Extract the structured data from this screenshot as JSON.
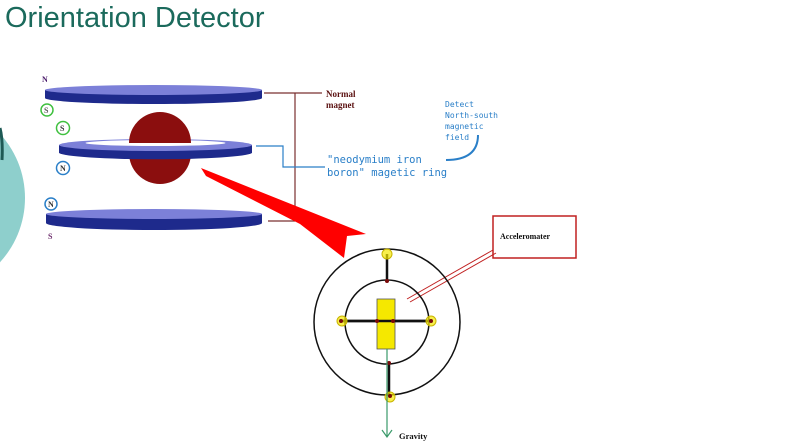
{
  "title": "Orientation Detector",
  "diagram": {
    "pole_labels": {
      "top_disc_top": "N",
      "top_disc_bottom": "S",
      "ring_top": "S",
      "ring_bottom": "N",
      "bottom_disc_top": "N",
      "bottom_disc_bottom": "S"
    },
    "normal_magnet_label": [
      "Normal",
      "magnet"
    ],
    "ring_label": [
      "\"neodymium iron",
      "boron\" magetic ring"
    ],
    "detect_label": [
      "Detect",
      "North-south",
      "magnetic",
      "field"
    ],
    "accelerometer_label": "Acceleromater",
    "gravity_label": "Gravity",
    "colors": {
      "title": "#1b6a5c",
      "disc": "#1e2a8c",
      "disc_top": "#7c80d8",
      "sphere": "#8b0e0e",
      "arrow": "#ff0000",
      "accent_blue": "#2a7fc8"
    }
  }
}
